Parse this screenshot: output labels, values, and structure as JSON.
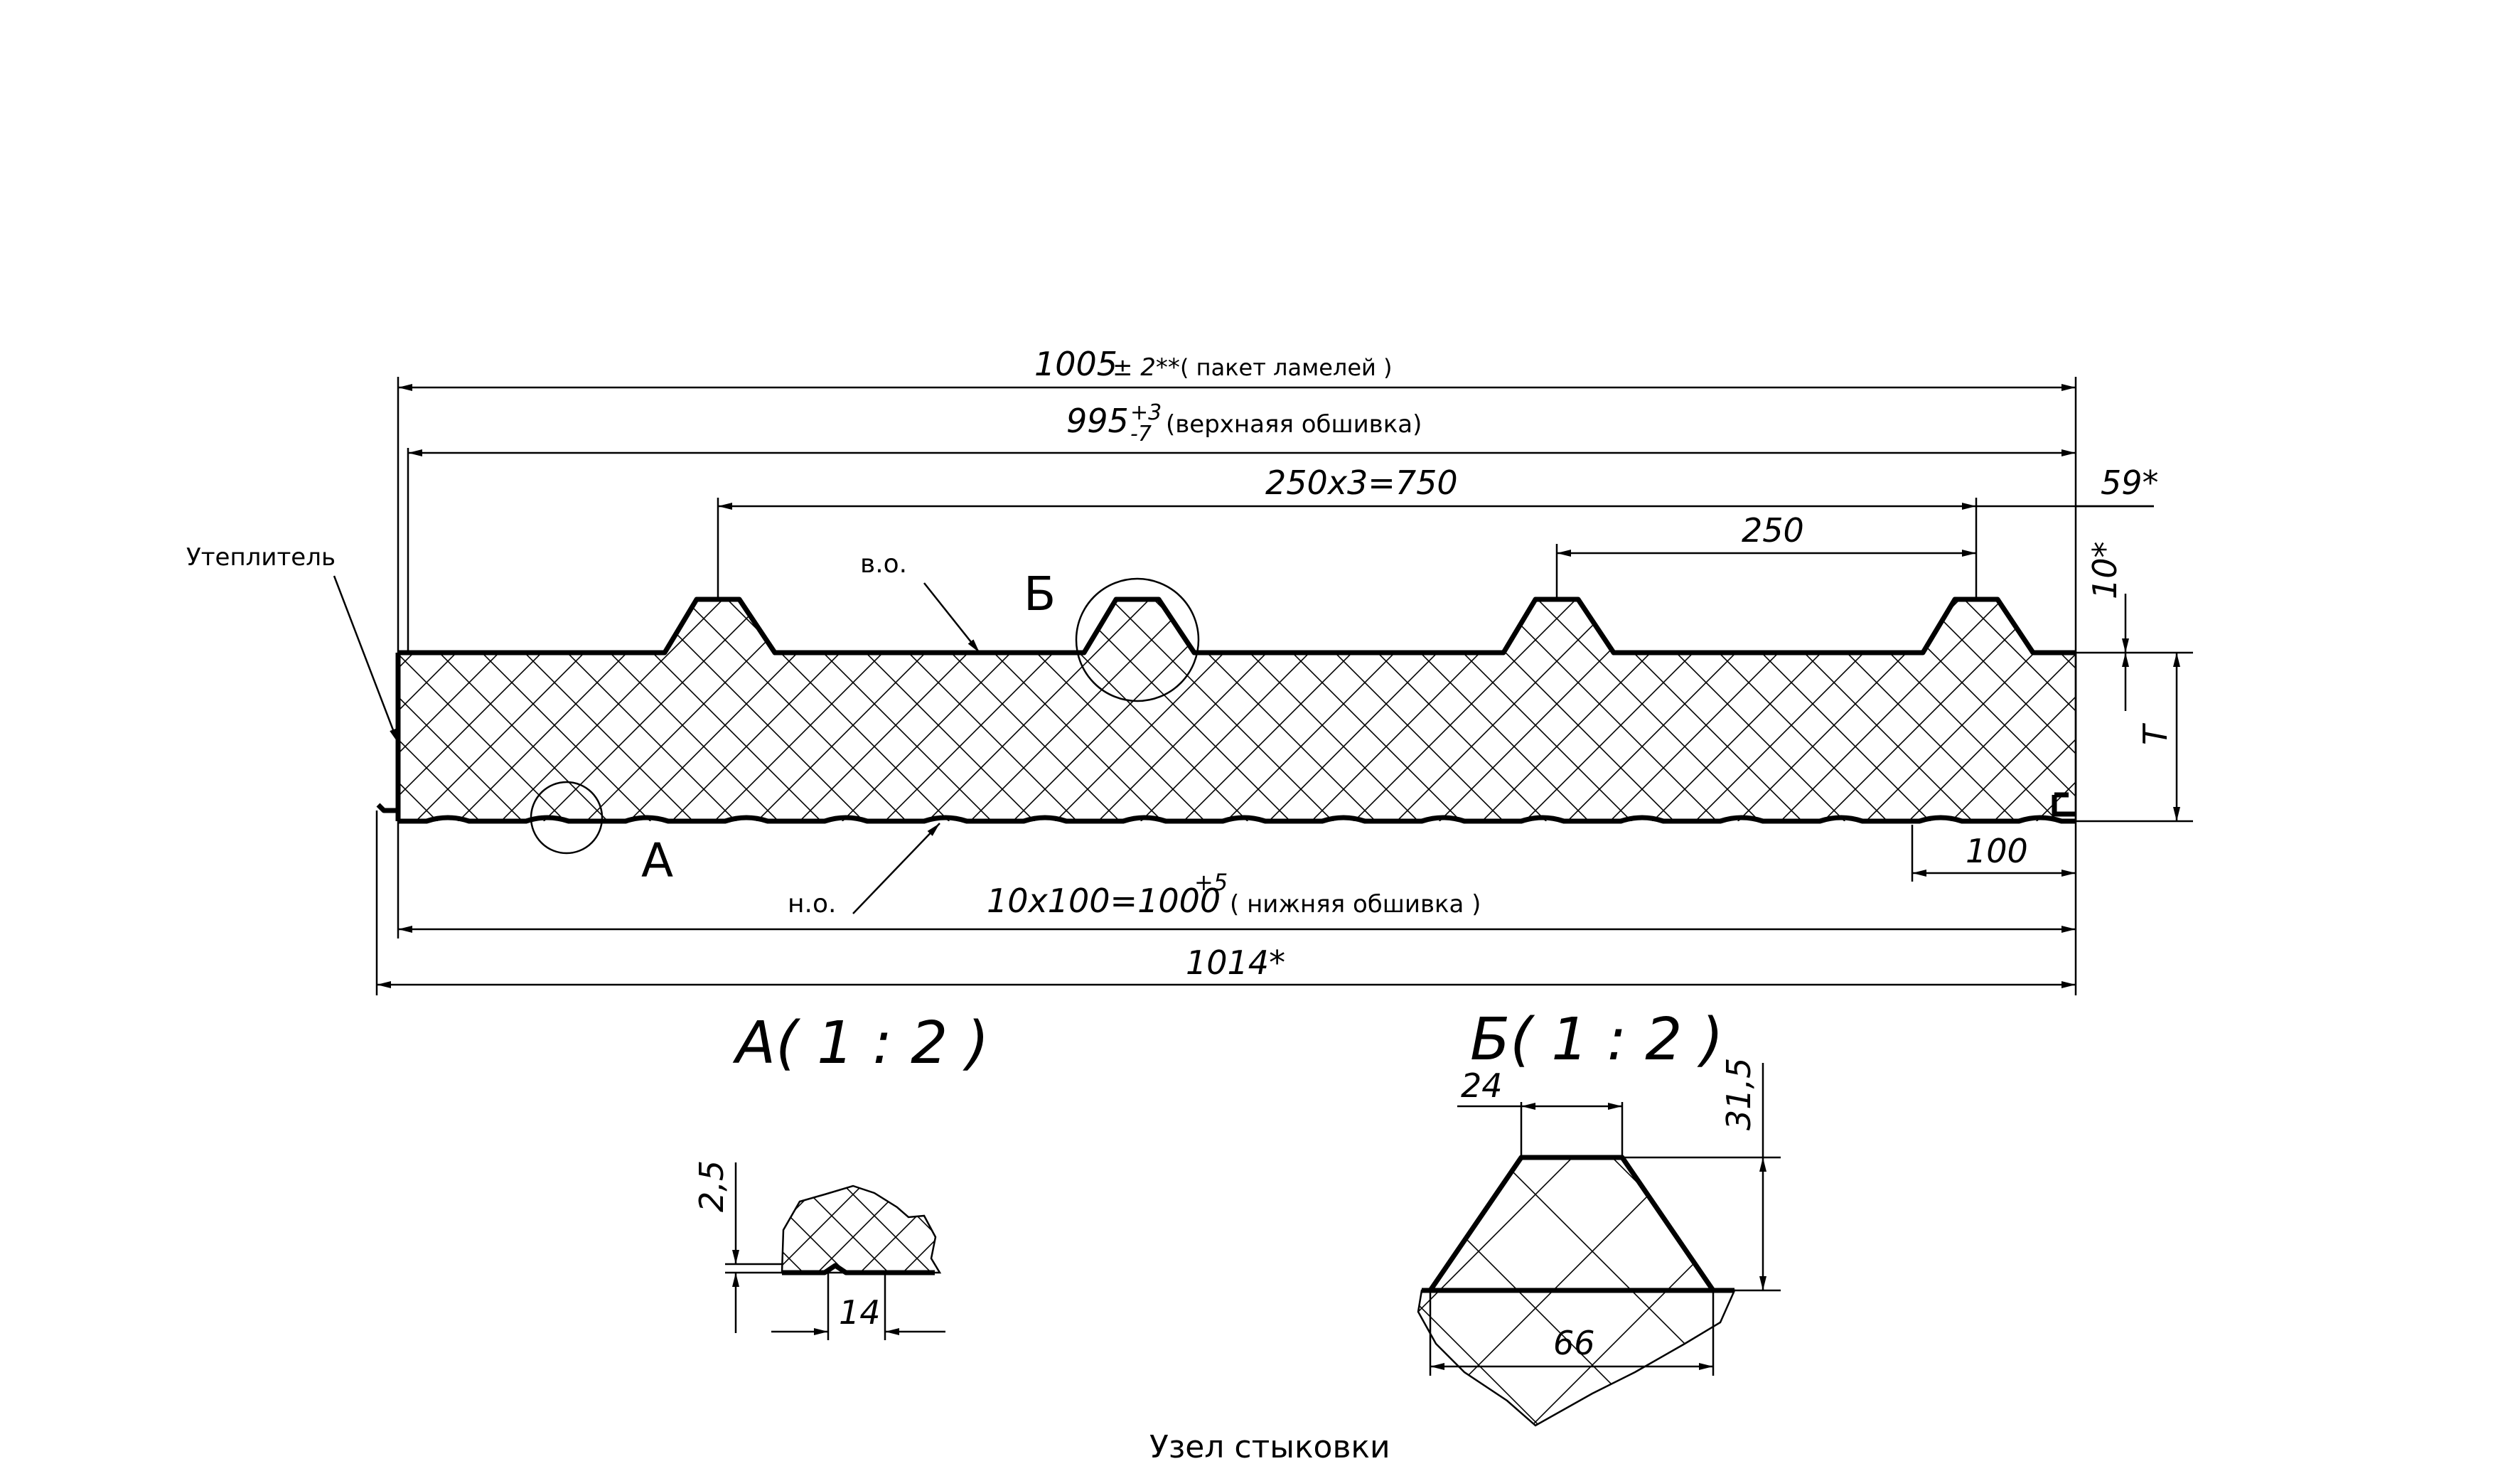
{
  "labels": {
    "insulation": "Утеплитель",
    "upper_sheathing": "в.о.",
    "lower_sheathing": "н.о.",
    "node_a": "А",
    "node_b": "Б",
    "caption": "Узел стыковки"
  },
  "dimensions": {
    "d1005_main": "1005",
    "d1005_tol": "± 2**",
    "d1005_note": "( пакет ламелей )",
    "d995_main": "995",
    "d995_tol_upper": "+3",
    "d995_tol_lower": "-7",
    "d995_note": "(верхнаяя обшивка)",
    "d750": "250x3=750",
    "d250": "250",
    "d59": "59*",
    "d10": "10*",
    "dT": "T",
    "d100": "100",
    "d1000_main": "10x100=1000",
    "d1000_tol": "+5",
    "d1000_note": "( нижняя обшивка )",
    "d1014": "1014*"
  },
  "details": {
    "a": {
      "title": "А( 1 : 2 )",
      "dim_25": "2,5",
      "dim_14": "14"
    },
    "b": {
      "title": "Б( 1 : 2 )",
      "dim_24": "24",
      "dim_315": "31,5",
      "dim_66": "66"
    }
  }
}
